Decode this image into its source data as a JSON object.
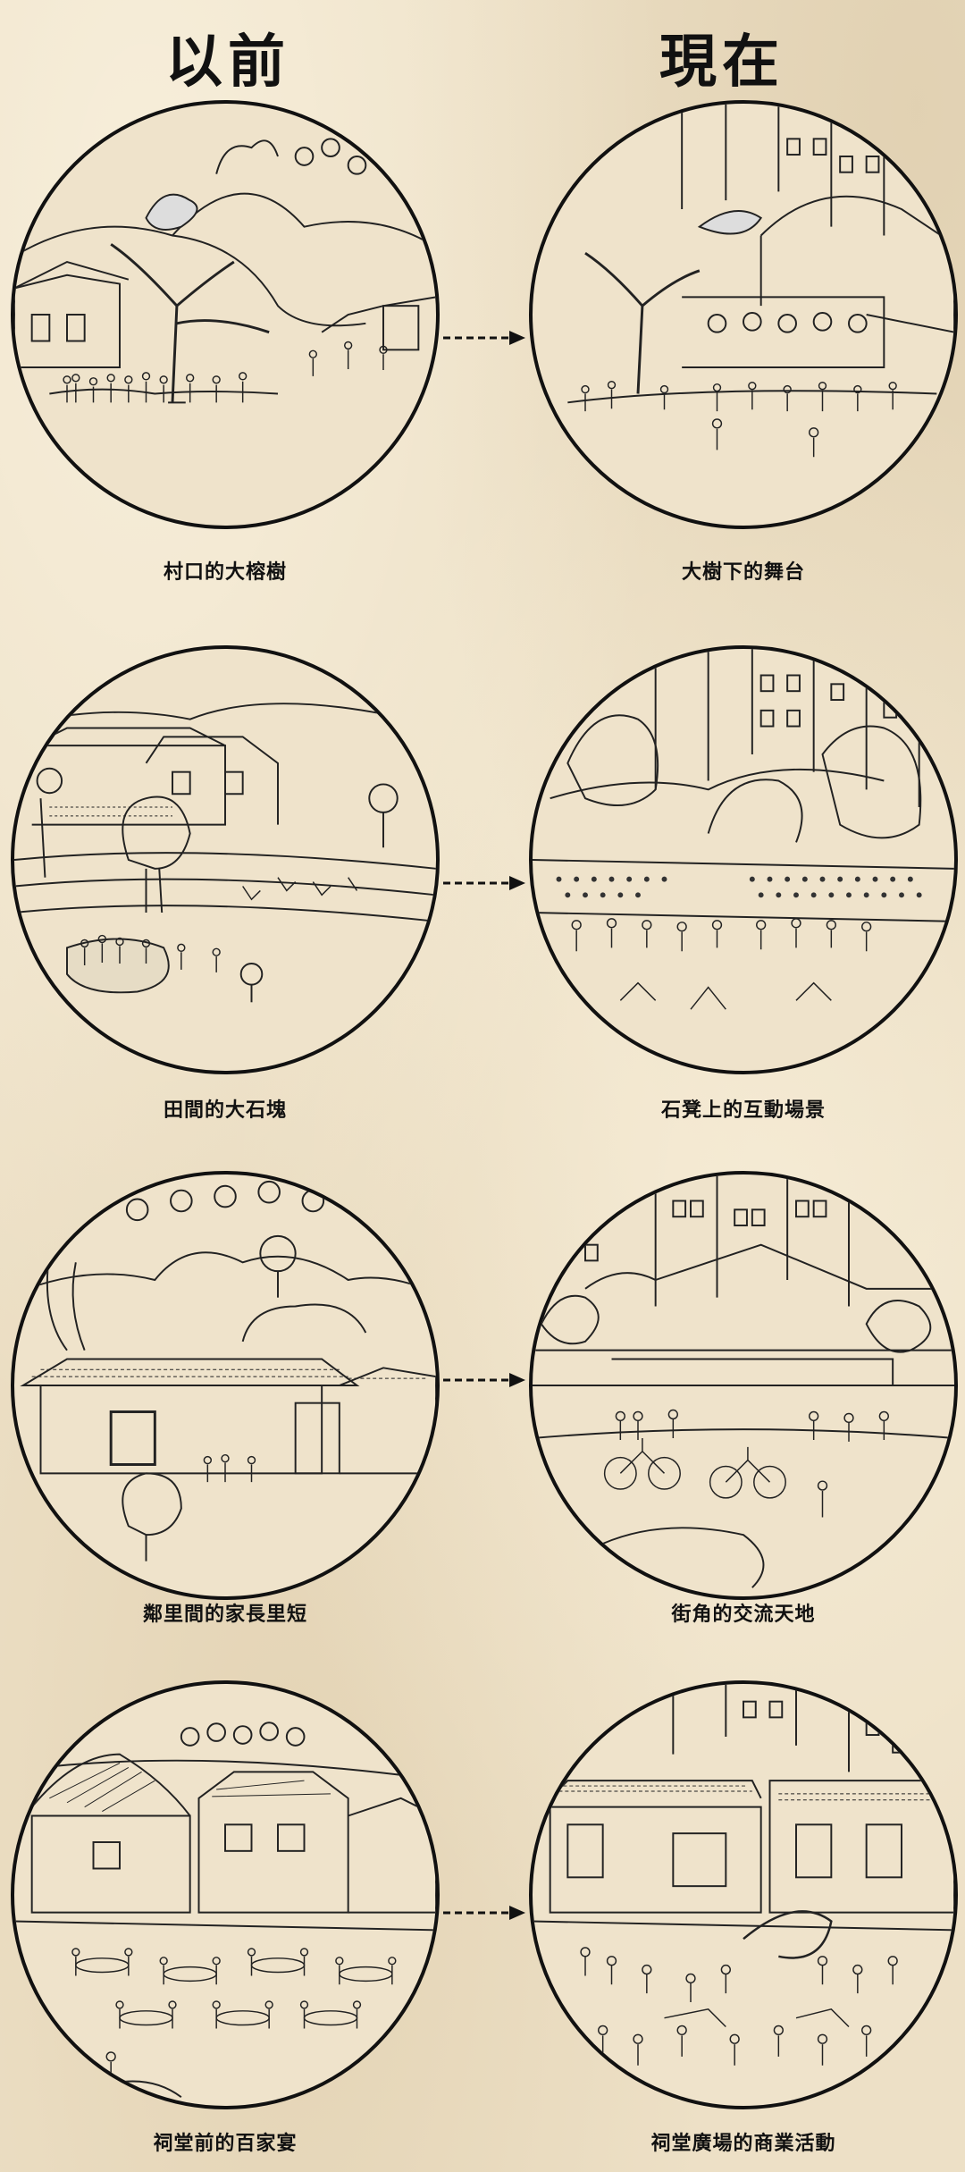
{
  "headings": {
    "before": "以前",
    "after": "現在"
  },
  "rows": [
    {
      "before_caption": "村口的大榕樹",
      "after_caption": "大樹下的舞台"
    },
    {
      "before_caption": "田間的大石塊",
      "after_caption": "石凳上的互動場景"
    },
    {
      "before_caption": "鄰里間的家長里短",
      "after_caption": "街角的交流天地"
    },
    {
      "before_caption": "祠堂前的百家宴",
      "after_caption": "祠堂廣場的商業活動"
    }
  ],
  "colors": {
    "paper": "#ede0c6",
    "ink": "#111111"
  }
}
